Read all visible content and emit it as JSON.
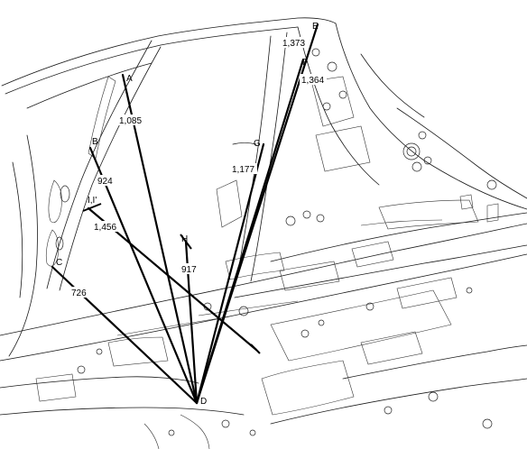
{
  "diagram": {
    "points": [
      {
        "id": "A",
        "label": "A"
      },
      {
        "id": "B",
        "label": "B"
      },
      {
        "id": "C",
        "label": "C"
      },
      {
        "id": "D",
        "label": "D"
      },
      {
        "id": "E",
        "label": "E"
      },
      {
        "id": "F",
        "label": "F"
      },
      {
        "id": "G",
        "label": "G"
      },
      {
        "id": "H",
        "label": "H"
      },
      {
        "id": "I",
        "label": "I,I'"
      }
    ],
    "measurements": [
      {
        "id": "A-D",
        "from": "A",
        "to": "D",
        "value": "1,085"
      },
      {
        "id": "B-D",
        "from": "B",
        "to": "D",
        "value": "924"
      },
      {
        "id": "C-D",
        "from": "C",
        "to": "D",
        "value": "726"
      },
      {
        "id": "E-D",
        "from": "E",
        "to": "D",
        "value": "1,373"
      },
      {
        "id": "F-D",
        "from": "F",
        "to": "D",
        "value": "1,364"
      },
      {
        "id": "G-D",
        "from": "G",
        "to": "D",
        "value": "1,177"
      },
      {
        "id": "H-D",
        "from": "H",
        "to": "D",
        "value": "917"
      },
      {
        "id": "I-D",
        "from": "I",
        "to": "I'",
        "value": "1,456"
      }
    ]
  }
}
